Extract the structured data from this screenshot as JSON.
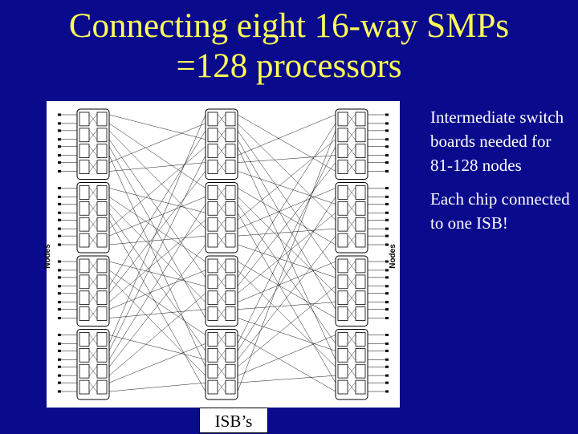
{
  "slide": {
    "title_line1": "Connecting eight 16-way SMPs",
    "title_line2": "=128 processors",
    "bullets": [
      "Intermediate switch boards needed for 81-128 nodes",
      "Each chip connected to one ISB!"
    ],
    "isb_label": "ISB’s"
  },
  "diagram": {
    "left_axis_label": "Nodes",
    "right_axis_label": "Nodes",
    "node_groups": 8,
    "switch_columns": 3
  },
  "colors": {
    "background": "#0a0a8c",
    "title": "#ffff55",
    "body_text": "#ffffff"
  }
}
